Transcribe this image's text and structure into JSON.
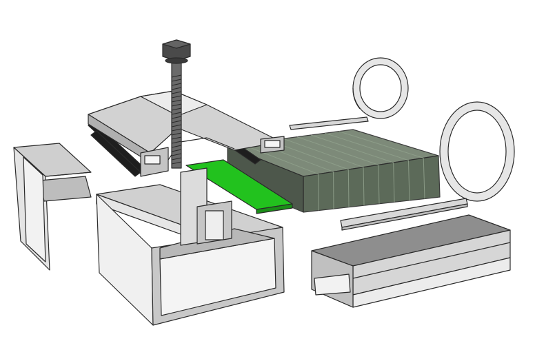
{
  "diagram": {
    "colors": {
      "background": "#ffffff",
      "aluminium_light": "#d9d9d9",
      "aluminium_mid": "#bdbdbd",
      "aluminium_dark": "#8e8e8e",
      "gasket": "#1e1e1e",
      "green_tape": "#22c21e",
      "polycarbonate": "#4f5e4c",
      "polycarbonate_dark": "#3a4538",
      "bolt": "#4a4a4a",
      "washer": "#e6e6e6",
      "outline": "#2a2a2a"
    },
    "parts": [
      {
        "id": "hex-bolt",
        "icon": "hex-bolt-icon"
      },
      {
        "id": "clamp-profile",
        "icon": "clamp-cap-icon"
      },
      {
        "id": "rubber-gasket",
        "icon": "gasket-icon"
      },
      {
        "id": "green-tape",
        "icon": "tape-strip-icon"
      },
      {
        "id": "polycarbonate-sheet",
        "icon": "multiwall-sheet-icon"
      },
      {
        "id": "base-profile",
        "icon": "box-profile-icon"
      },
      {
        "id": "side-profile",
        "icon": "angle-profile-icon"
      },
      {
        "id": "end-cap-profile",
        "icon": "u-profile-icon"
      },
      {
        "id": "sealing-strip-top",
        "icon": "strip-icon"
      },
      {
        "id": "sealing-strip-bottom",
        "icon": "strip-icon"
      },
      {
        "id": "ring-small",
        "icon": "ring-icon"
      },
      {
        "id": "ring-large",
        "icon": "ring-icon"
      }
    ]
  }
}
